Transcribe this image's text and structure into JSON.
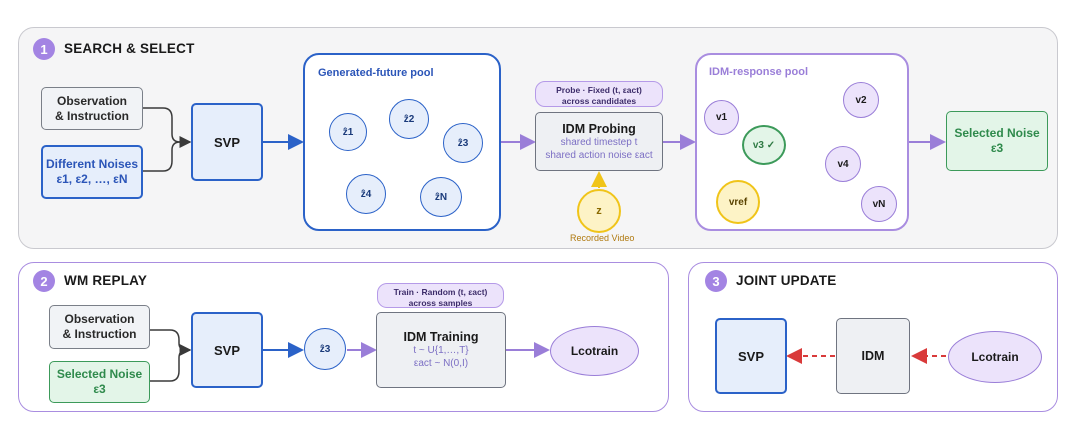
{
  "panels": {
    "search": {
      "number": "1",
      "title": "SEARCH & SELECT"
    },
    "replay": {
      "number": "2",
      "title": "WM REPLAY"
    },
    "joint": {
      "number": "3",
      "title": "JOINT UPDATE"
    }
  },
  "search": {
    "observation": [
      "Observation",
      "& Instruction"
    ],
    "noises_title": "Different Noises",
    "noises_list": "ε1,  ε2,  …,  εN",
    "svp": "SVP",
    "pool_title": "Generated-future pool",
    "z_nodes": [
      "ẑ1",
      "ẑ2",
      "ẑ3",
      "ẑ4",
      "ẑN"
    ],
    "probe_pill": [
      "Probe · Fixed  (t, εact)",
      "across candidates"
    ],
    "idm_title": "IDM Probing",
    "idm_sub": [
      "shared timestep t",
      "shared action noise εact"
    ],
    "recorded_node": "z",
    "recorded_caption": "Recorded Video",
    "response_title": "IDM-response pool",
    "v_nodes": [
      "v1",
      "v2",
      "v3 ✓",
      "v4",
      "vN",
      "vref"
    ],
    "selected_title": "Selected Noise",
    "selected_value": "ε3"
  },
  "replay": {
    "observation": [
      "Observation",
      "& Instruction"
    ],
    "selected_title": "Selected Noise",
    "selected_value": "ε3",
    "svp": "SVP",
    "z_node": "ẑ3",
    "train_pill": [
      "Train · Random  (t, εact)",
      "across samples"
    ],
    "idm_title": "IDM Training",
    "idm_sub": [
      "t ~ U{1,…,T}",
      "εact ~ N(0,I)"
    ],
    "loss": "Lcotrain"
  },
  "joint": {
    "svp": "SVP",
    "idm": "IDM",
    "loss": "Lcotrain"
  },
  "colors": {
    "blue": "#2b62c8",
    "purple": "#9a7ed8",
    "green": "#3c9a5a",
    "yellow": "#f0c419",
    "red": "#d93a3a"
  }
}
